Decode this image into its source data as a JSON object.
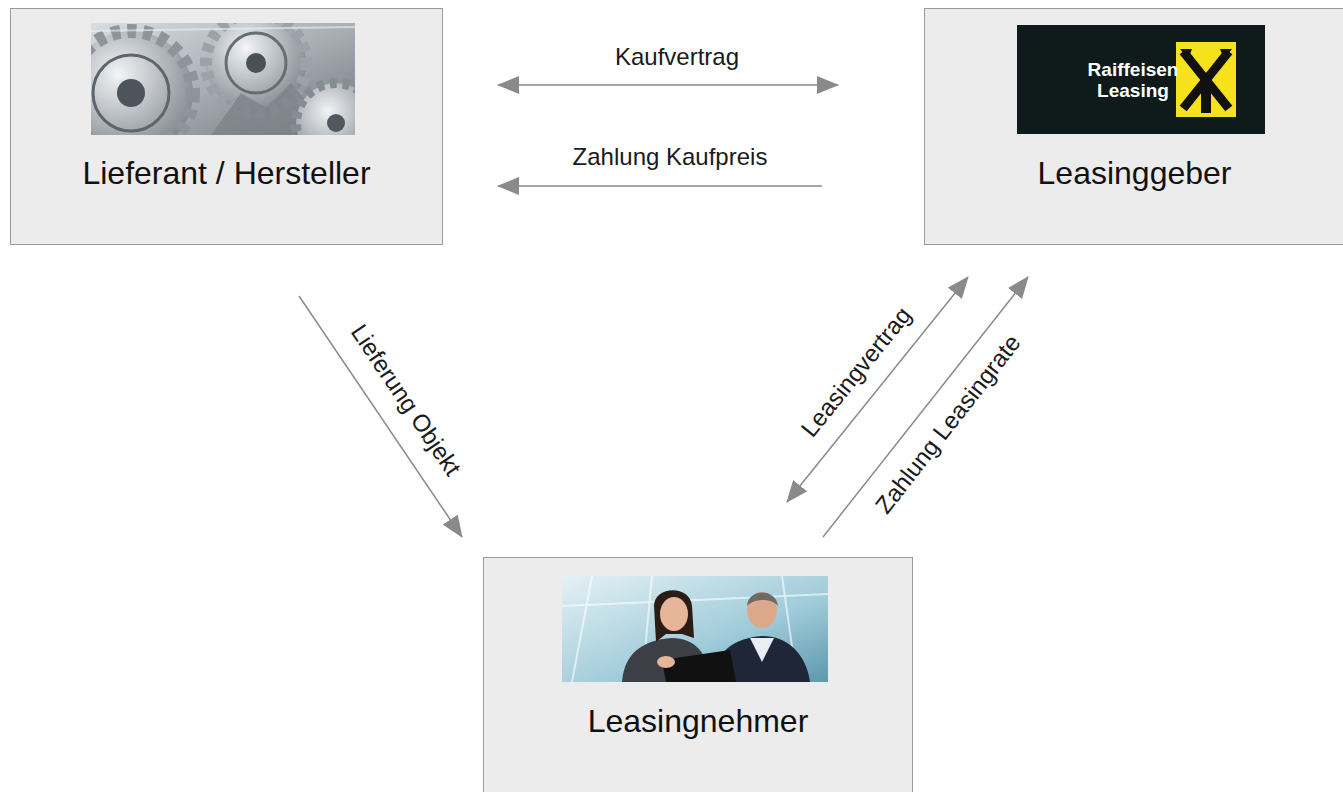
{
  "diagram": {
    "nodes": [
      {
        "text": [
          "Lieferant / Hersteller"
        ]
      },
      {
        "text": [
          "Raiffeisen Leasing",
          "Leasinggeber"
        ]
      },
      {
        "text": [
          "Leasingnehmer"
        ]
      }
    ],
    "edges": [
      {
        "from": 0,
        "to": 1,
        "label": "Kaufvertrag",
        "arrow": "both"
      },
      {
        "from": 1,
        "to": 0,
        "label": "Zahlung Kaufpreis",
        "arrow": "to"
      },
      {
        "from": 0,
        "to": 2,
        "label": "Lieferung Objekt",
        "arrow": "to"
      },
      {
        "from": 1,
        "to": 2,
        "label": "Leasingvertrag",
        "arrow": "both"
      },
      {
        "from": 2,
        "to": 1,
        "label": "Zahlung Leasingrate",
        "arrow": "to"
      }
    ]
  }
}
